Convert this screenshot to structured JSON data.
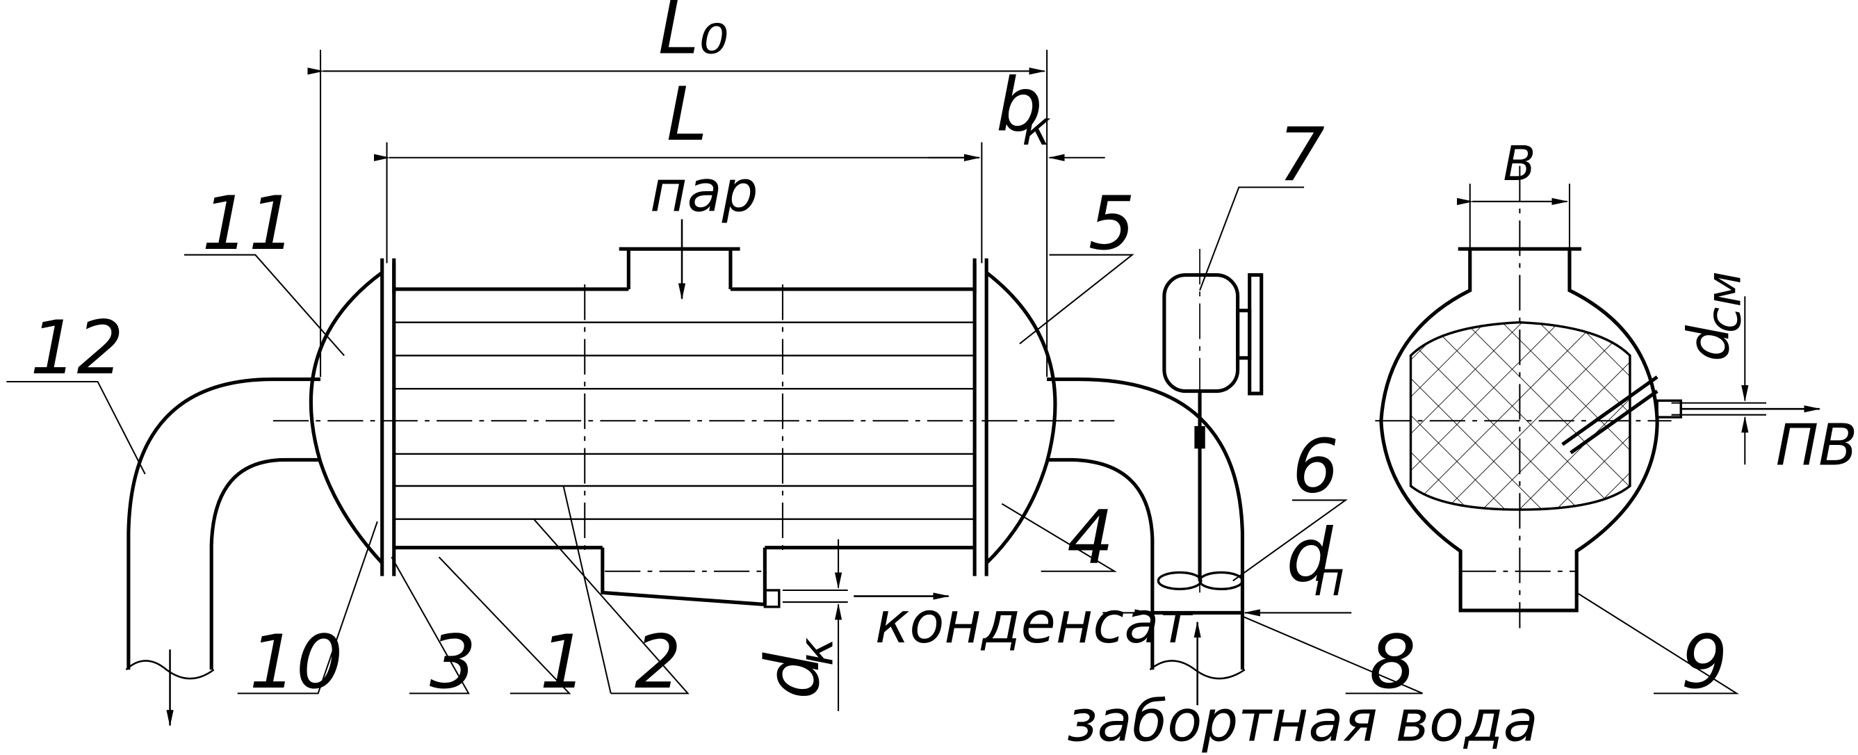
{
  "dimensions": {
    "L0": "L₀",
    "L": "L",
    "bk": "b",
    "bk_sub": "к",
    "B": "B",
    "dcm": "d",
    "dcm_sub": "см",
    "dn": "d",
    "dn_sub": "п",
    "dk": "d",
    "dk_sub": "к"
  },
  "flows": {
    "steam": "пар",
    "condensate": "конденсат",
    "seawater": "забортная вода",
    "mixture": "ПВС"
  },
  "callouts": [
    "1",
    "2",
    "3",
    "4",
    "5",
    "6",
    "7",
    "8",
    "9",
    "10",
    "11",
    "12"
  ]
}
